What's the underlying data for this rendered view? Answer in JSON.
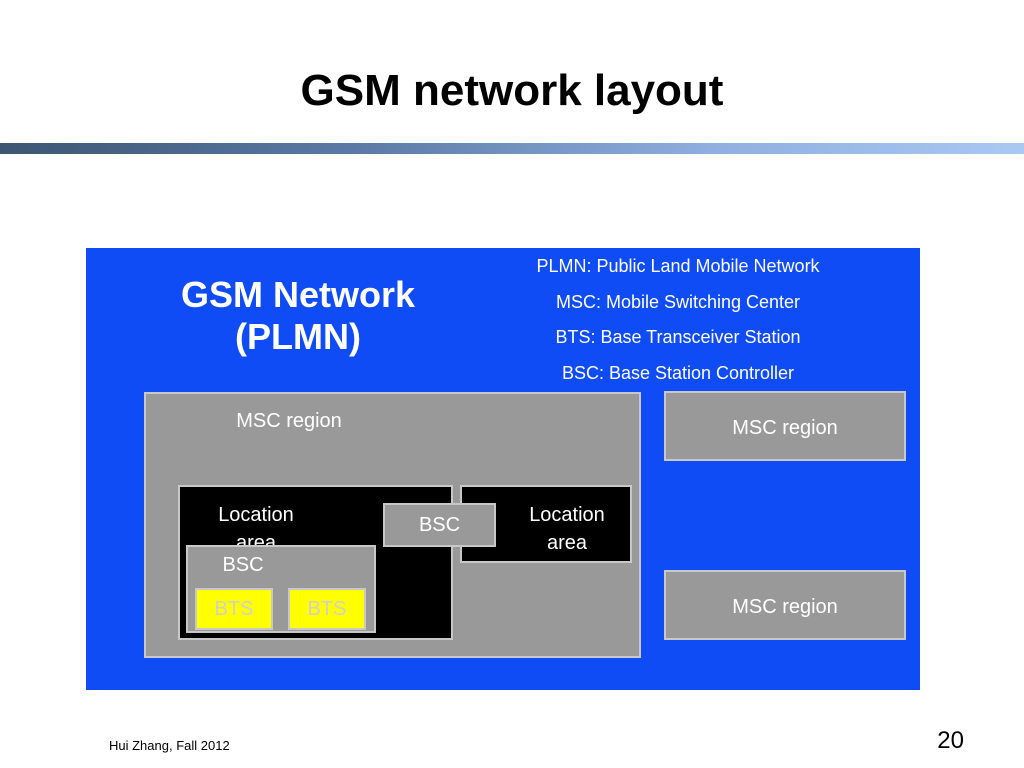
{
  "slide": {
    "title": "GSM network layout",
    "footer": "Hui Zhang, Fall 2012",
    "page_number": "20"
  },
  "diagram": {
    "network_title_line1": "GSM Network",
    "network_title_line2": "(PLMN)",
    "legend": [
      "PLMN: Public Land Mobile Network",
      "MSC: Mobile Switching Center",
      "BTS: Base Transceiver Station",
      "BSC: Base Station Controller"
    ],
    "regions": {
      "main": "MSC region",
      "right_top": "MSC region",
      "right_bottom": "MSC region"
    },
    "location_areas": {
      "left": "Location area",
      "right": "Location area"
    },
    "bsc": {
      "inner": "BSC",
      "middle": "BSC"
    },
    "bts": [
      "BTS",
      "BTS"
    ],
    "colors": {
      "panel": "#0f4cf5",
      "region": "#999999",
      "location_area": "#000000",
      "bts": "#ffff00"
    }
  }
}
